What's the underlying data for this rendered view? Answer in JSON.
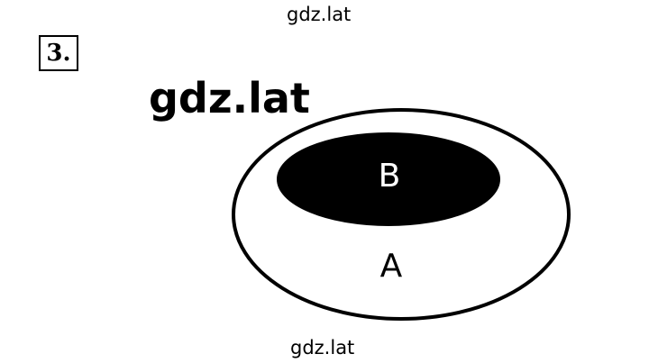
{
  "watermarks": {
    "top": "gdz.lat",
    "big": "gdz.lat",
    "bottom": "gdz.lat"
  },
  "task": {
    "number": "3."
  },
  "diagram": {
    "outer_set_label": "A",
    "inner_set_label": "B",
    "colors": {
      "outline": "#000000",
      "inner_fill": "#000000",
      "inner_label": "#ffffff",
      "outer_label": "#000000"
    }
  }
}
